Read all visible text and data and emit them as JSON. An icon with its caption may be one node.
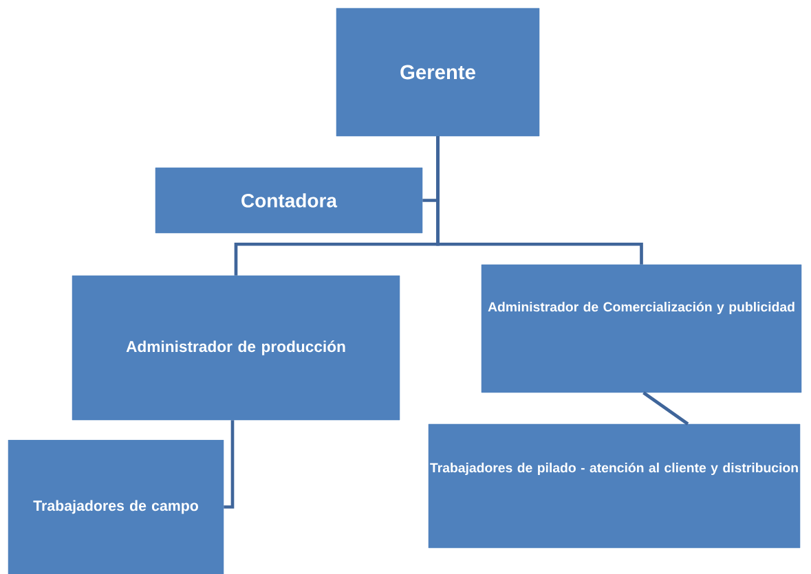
{
  "diagram": {
    "nodes": [
      {
        "text": [
          "Gerente"
        ]
      },
      {
        "text": [
          "Contadora"
        ]
      },
      {
        "text": [
          "Administrador de producción"
        ]
      },
      {
        "text": [
          "Administrador de Comercialización y publicidad"
        ]
      },
      {
        "text": [
          "Trabajadores de campo"
        ]
      },
      {
        "text": [
          "Trabajadores de pilado - atención al cliente y distribucion"
        ]
      }
    ],
    "edges": [
      {
        "from": 0,
        "to": 1,
        "arrow": "none"
      },
      {
        "from": 0,
        "to": 2,
        "arrow": "none"
      },
      {
        "from": 0,
        "to": 3,
        "arrow": "none"
      },
      {
        "from": 2,
        "to": 4,
        "arrow": "none"
      },
      {
        "from": 3,
        "to": 5,
        "arrow": "none"
      }
    ]
  }
}
